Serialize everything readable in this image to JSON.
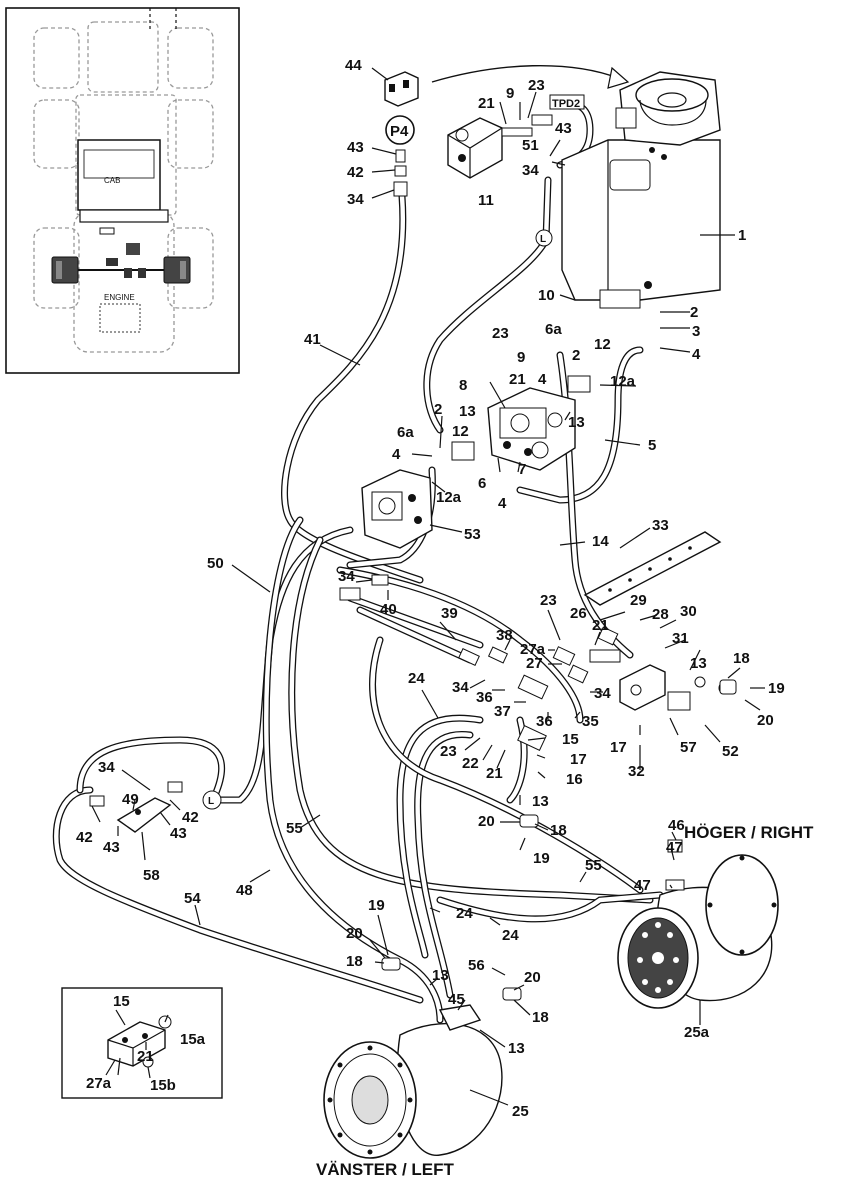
{
  "titles": {
    "right": "HÖGER / RIGHT",
    "left": "VÄNSTER / LEFT"
  },
  "tags": {
    "p4": "P4",
    "tpd2": "TPD2",
    "l1": "L",
    "l2": "L"
  },
  "inset_text": {
    "cab": "CAB",
    "engine": "ENGINE"
  },
  "callouts": [
    {
      "id": "c44",
      "text": "44"
    },
    {
      "id": "c43a",
      "text": "43"
    },
    {
      "id": "c42a",
      "text": "42"
    },
    {
      "id": "c34a",
      "text": "34"
    },
    {
      "id": "c21a",
      "text": "21"
    },
    {
      "id": "c9a",
      "text": "9"
    },
    {
      "id": "c23a",
      "text": "23"
    },
    {
      "id": "c43b",
      "text": "43"
    },
    {
      "id": "c51",
      "text": "51"
    },
    {
      "id": "c34b",
      "text": "34"
    },
    {
      "id": "c11",
      "text": "11"
    },
    {
      "id": "c1",
      "text": "1"
    },
    {
      "id": "c10",
      "text": "10"
    },
    {
      "id": "c2a",
      "text": "2"
    },
    {
      "id": "c3",
      "text": "3"
    },
    {
      "id": "c4a",
      "text": "4"
    },
    {
      "id": "c41",
      "text": "41"
    },
    {
      "id": "c23b",
      "text": "23"
    },
    {
      "id": "c6aa",
      "text": "6a"
    },
    {
      "id": "c9b",
      "text": "9"
    },
    {
      "id": "c2b",
      "text": "2"
    },
    {
      "id": "c12a",
      "text": "12"
    },
    {
      "id": "c21b",
      "text": "21"
    },
    {
      "id": "c4b",
      "text": "4"
    },
    {
      "id": "c12aa",
      "text": "12a"
    },
    {
      "id": "c8",
      "text": "8"
    },
    {
      "id": "c13a",
      "text": "13"
    },
    {
      "id": "c6ab",
      "text": "6a"
    },
    {
      "id": "c2c",
      "text": "2"
    },
    {
      "id": "c13b",
      "text": "13"
    },
    {
      "id": "c5",
      "text": "5"
    },
    {
      "id": "c4c",
      "text": "4"
    },
    {
      "id": "c12b",
      "text": "12"
    },
    {
      "id": "c7",
      "text": "7"
    },
    {
      "id": "c6",
      "text": "6"
    },
    {
      "id": "c4d",
      "text": "4"
    },
    {
      "id": "c12ab",
      "text": "12a"
    },
    {
      "id": "c53",
      "text": "53"
    },
    {
      "id": "c33",
      "text": "33"
    },
    {
      "id": "c14",
      "text": "14"
    },
    {
      "id": "c50",
      "text": "50"
    },
    {
      "id": "c34c",
      "text": "34"
    },
    {
      "id": "c40",
      "text": "40"
    },
    {
      "id": "c39",
      "text": "39"
    },
    {
      "id": "c23c",
      "text": "23"
    },
    {
      "id": "c26",
      "text": "26"
    },
    {
      "id": "c29",
      "text": "29"
    },
    {
      "id": "c28",
      "text": "28"
    },
    {
      "id": "c30",
      "text": "30"
    },
    {
      "id": "c21c",
      "text": "21"
    },
    {
      "id": "c38",
      "text": "38"
    },
    {
      "id": "c27aa",
      "text": "27a"
    },
    {
      "id": "c31",
      "text": "31"
    },
    {
      "id": "c13c",
      "text": "13"
    },
    {
      "id": "c27",
      "text": "27"
    },
    {
      "id": "c18a",
      "text": "18"
    },
    {
      "id": "c19a",
      "text": "19"
    },
    {
      "id": "c34d",
      "text": "34"
    },
    {
      "id": "c36a",
      "text": "36"
    },
    {
      "id": "c34e",
      "text": "34"
    },
    {
      "id": "c24a",
      "text": "24"
    },
    {
      "id": "c37",
      "text": "37"
    },
    {
      "id": "c36b",
      "text": "36"
    },
    {
      "id": "c35",
      "text": "35"
    },
    {
      "id": "c20a",
      "text": "20"
    },
    {
      "id": "c57",
      "text": "57"
    },
    {
      "id": "c52",
      "text": "52"
    },
    {
      "id": "c17a",
      "text": "17"
    },
    {
      "id": "c15a",
      "text": "15"
    },
    {
      "id": "c23d",
      "text": "23"
    },
    {
      "id": "c22",
      "text": "22"
    },
    {
      "id": "c21d",
      "text": "21"
    },
    {
      "id": "c17b",
      "text": "17"
    },
    {
      "id": "c16",
      "text": "16"
    },
    {
      "id": "c32",
      "text": "32"
    },
    {
      "id": "c34f",
      "text": "34"
    },
    {
      "id": "c49",
      "text": "49"
    },
    {
      "id": "c42b",
      "text": "42"
    },
    {
      "id": "c43c",
      "text": "43"
    },
    {
      "id": "c42c",
      "text": "42"
    },
    {
      "id": "c43d",
      "text": "43"
    },
    {
      "id": "c13d",
      "text": "13"
    },
    {
      "id": "c58",
      "text": "58"
    },
    {
      "id": "c20b",
      "text": "20"
    },
    {
      "id": "c18b",
      "text": "18"
    },
    {
      "id": "c19b",
      "text": "19"
    },
    {
      "id": "c55a",
      "text": "55"
    },
    {
      "id": "c46",
      "text": "46"
    },
    {
      "id": "c47a",
      "text": "47"
    },
    {
      "id": "c55b",
      "text": "55"
    },
    {
      "id": "c47b",
      "text": "47"
    },
    {
      "id": "c48",
      "text": "48"
    },
    {
      "id": "c54",
      "text": "54"
    },
    {
      "id": "c19c",
      "text": "19"
    },
    {
      "id": "c24b",
      "text": "24"
    },
    {
      "id": "c24c",
      "text": "24"
    },
    {
      "id": "c20c",
      "text": "20"
    },
    {
      "id": "c18c",
      "text": "18"
    },
    {
      "id": "c13e",
      "text": "13"
    },
    {
      "id": "c56",
      "text": "56"
    },
    {
      "id": "c20d",
      "text": "20"
    },
    {
      "id": "c45",
      "text": "45"
    },
    {
      "id": "c18d",
      "text": "18"
    },
    {
      "id": "c15b",
      "text": "15"
    },
    {
      "id": "c15aa",
      "text": "15a"
    },
    {
      "id": "c21e",
      "text": "21"
    },
    {
      "id": "c27ab",
      "text": "27a"
    },
    {
      "id": "c15bb",
      "text": "15b"
    },
    {
      "id": "c13f",
      "text": "13"
    },
    {
      "id": "c25",
      "text": "25"
    },
    {
      "id": "c25a",
      "text": "25a"
    }
  ]
}
